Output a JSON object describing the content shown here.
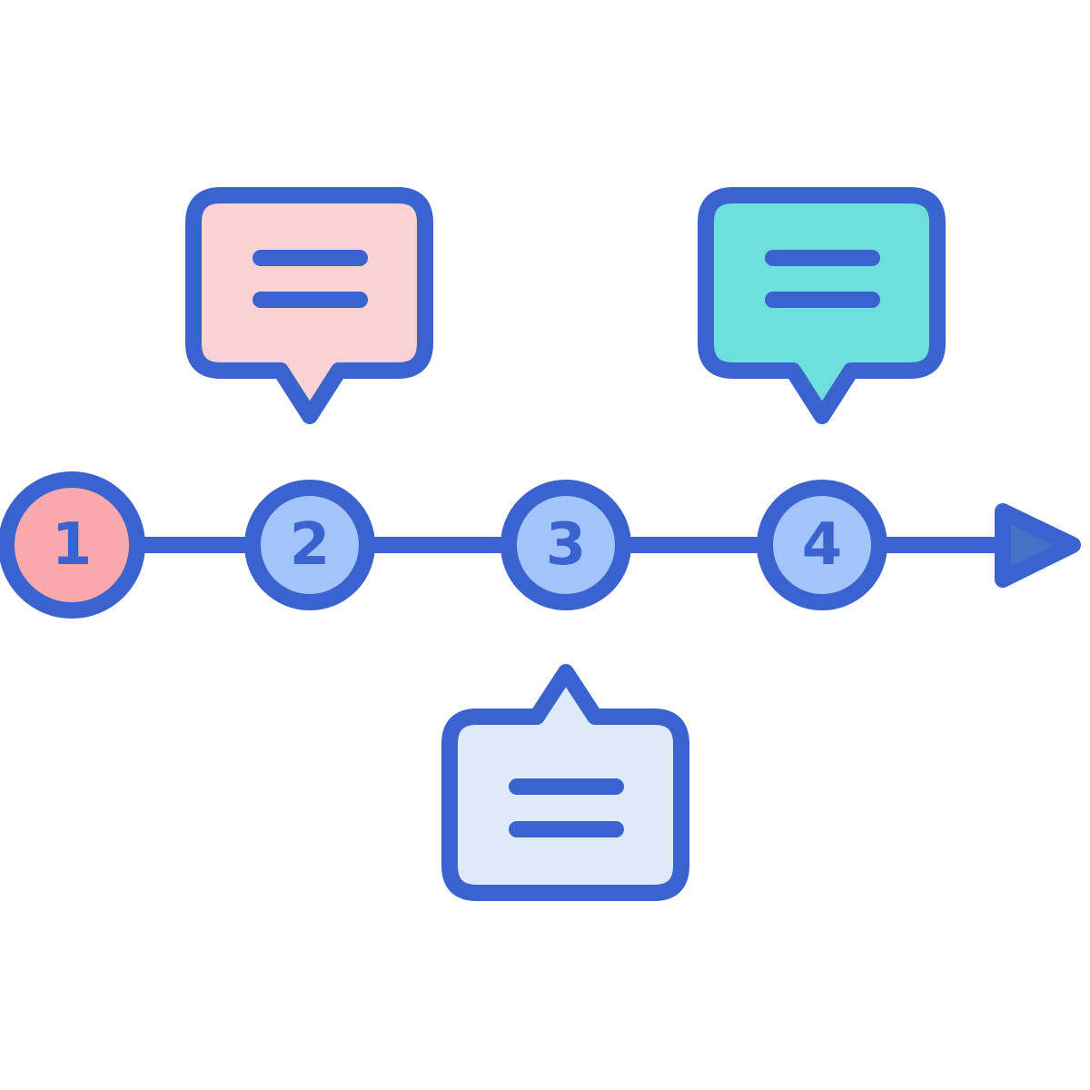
{
  "diagram": {
    "type": "timeline",
    "direction": "left-to-right",
    "colors": {
      "stroke": "#3a63cf",
      "arrowhead_fill": "#4870c9",
      "step_active_fill": "#f9a9ab",
      "step_default_fill": "#a2c4f9",
      "text_line": "#3a63cf"
    },
    "steps": [
      {
        "number": "1",
        "state": "active"
      },
      {
        "number": "2",
        "state": "default"
      },
      {
        "number": "3",
        "state": "default"
      },
      {
        "number": "4",
        "state": "default"
      }
    ],
    "callouts": [
      {
        "attached_step": "2",
        "side": "above",
        "fill": "#f9d2d4",
        "icon": "text-lines-icon"
      },
      {
        "attached_step": "3",
        "side": "below",
        "fill": "#dfeaf9",
        "icon": "text-lines-icon"
      },
      {
        "attached_step": "4",
        "side": "above",
        "fill": "#6ddfdd",
        "icon": "text-lines-icon"
      }
    ],
    "end_marker": "arrowhead-icon"
  }
}
